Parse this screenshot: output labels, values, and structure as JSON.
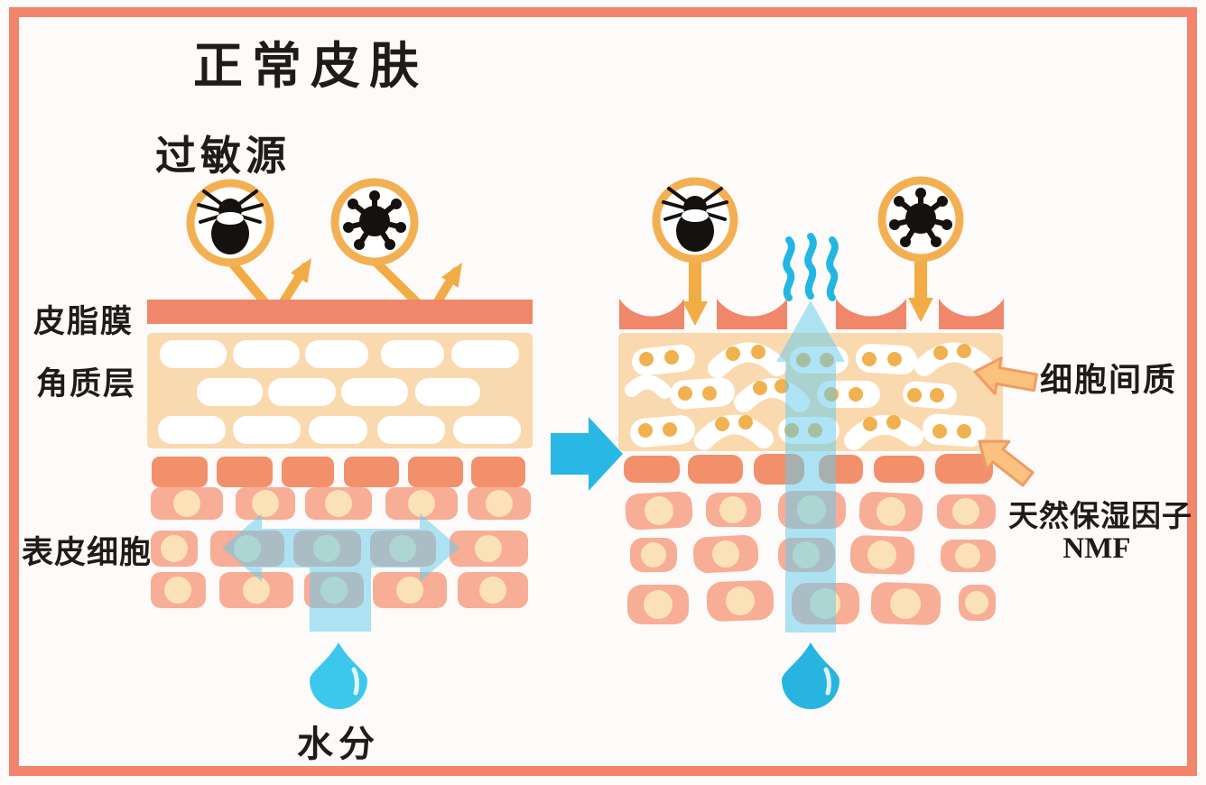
{
  "figure": {
    "title": "正常皮肤",
    "labels": {
      "allergen": "过敏源",
      "sebum_film": "皮脂膜",
      "stratum_corneum": "角质层",
      "epidermal_cells": "表皮细胞",
      "moisture": "水分",
      "intercellular_matrix": "细胞间质",
      "nmf_full": "天然保湿因子",
      "nmf_abbr": "NMF"
    },
    "icons": [
      "dust-mite-icon",
      "virus-icon",
      "water-drop-icon",
      "steam-icon",
      "bounce-arrow-icon",
      "down-arrow-icon",
      "up-arrow-icon",
      "branch-arrow-icon",
      "transition-arrow-icon",
      "pointer-arrow-icon"
    ]
  },
  "palette": {
    "frame": "#F1846A",
    "ink": "#201B16",
    "sebum": "#F0876B",
    "corneum": "#FAD9AE",
    "brick": "#FFFFFF",
    "cell-dark": "#F2906C",
    "cell-mid": "#F8AD96",
    "nucleus": "#FBE2B6",
    "nmf-dot": "#F0B14E",
    "amber": "#F3B053",
    "arrow-amber": "#F2AC45",
    "pointer-fill": "#FAC17F",
    "pointer-stroke": "#EF9C61",
    "cyan": "#29B8E6",
    "cyan-soft": "#63CCEE",
    "drop-left": "#3CC8EC",
    "drop-right": "#27B5E0",
    "steam": "#23B6E3",
    "bg": "#FCFBF9"
  }
}
